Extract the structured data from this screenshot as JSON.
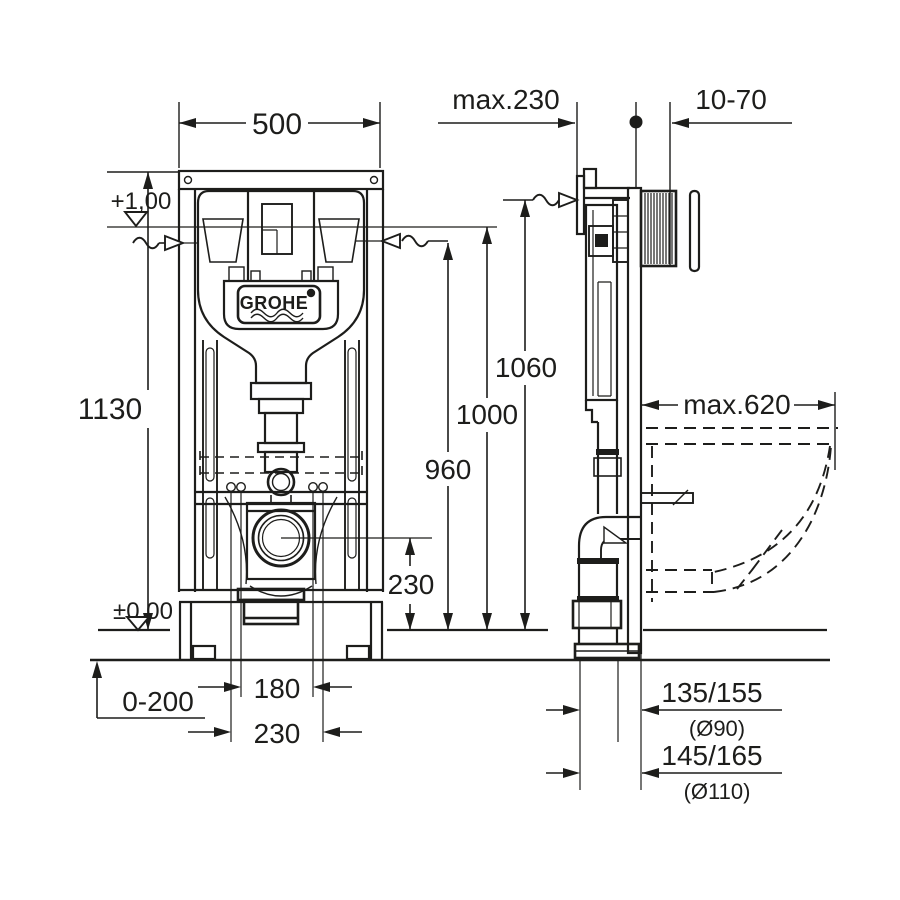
{
  "drawing": {
    "brand_logo": "GROHE",
    "front_view": {
      "width_top": "500",
      "frame_height": "1130",
      "level_upper": "+1,00",
      "level_floor": "±0,00",
      "feet_range": "0-200",
      "fixing_spacing": "180",
      "bottom_width": "230"
    },
    "side_view": {
      "wall_depth_max": "max.230",
      "plate_adjust": "10-70",
      "height_bracket": "1060",
      "height_level": "1000",
      "height_supply": "960",
      "bowl_depth_max": "max.620",
      "outlet_height": "230",
      "drain_offset_90": "135/155",
      "drain_dia_90": "(Ø90)",
      "drain_offset_110": "145/165",
      "drain_dia_110": "(Ø110)"
    },
    "colors": {
      "line": "#1d1d1b",
      "background": "#ffffff"
    }
  }
}
